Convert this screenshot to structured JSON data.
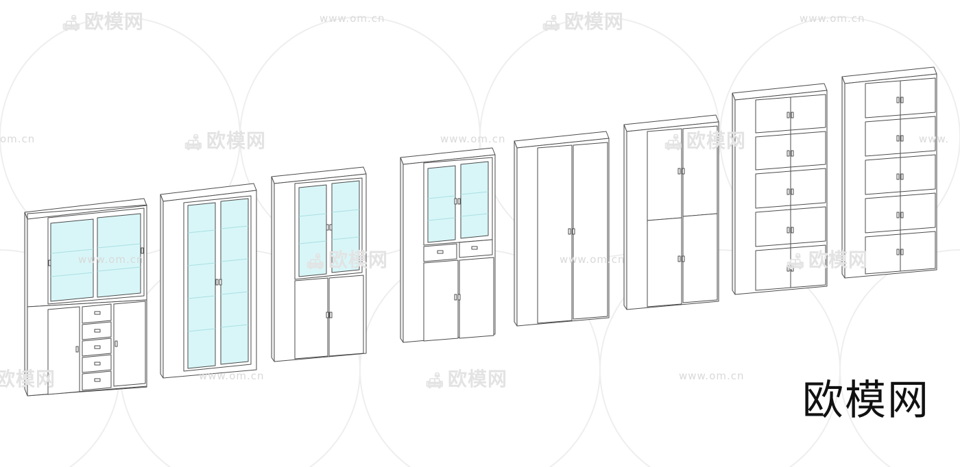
{
  "watermark": {
    "brand": "欧模网",
    "url": "www.om.cn",
    "url_partial": "om.cn",
    "url_partial_right": "www."
  },
  "brand_label": "欧模网",
  "colors": {
    "line": "#4a4a4a",
    "panel": "#ffffff",
    "side": "#f3f3f3",
    "glass": "#d8f6f8",
    "glass_shelf": "#a9dfe2",
    "watermark": "#dddddd"
  }
}
